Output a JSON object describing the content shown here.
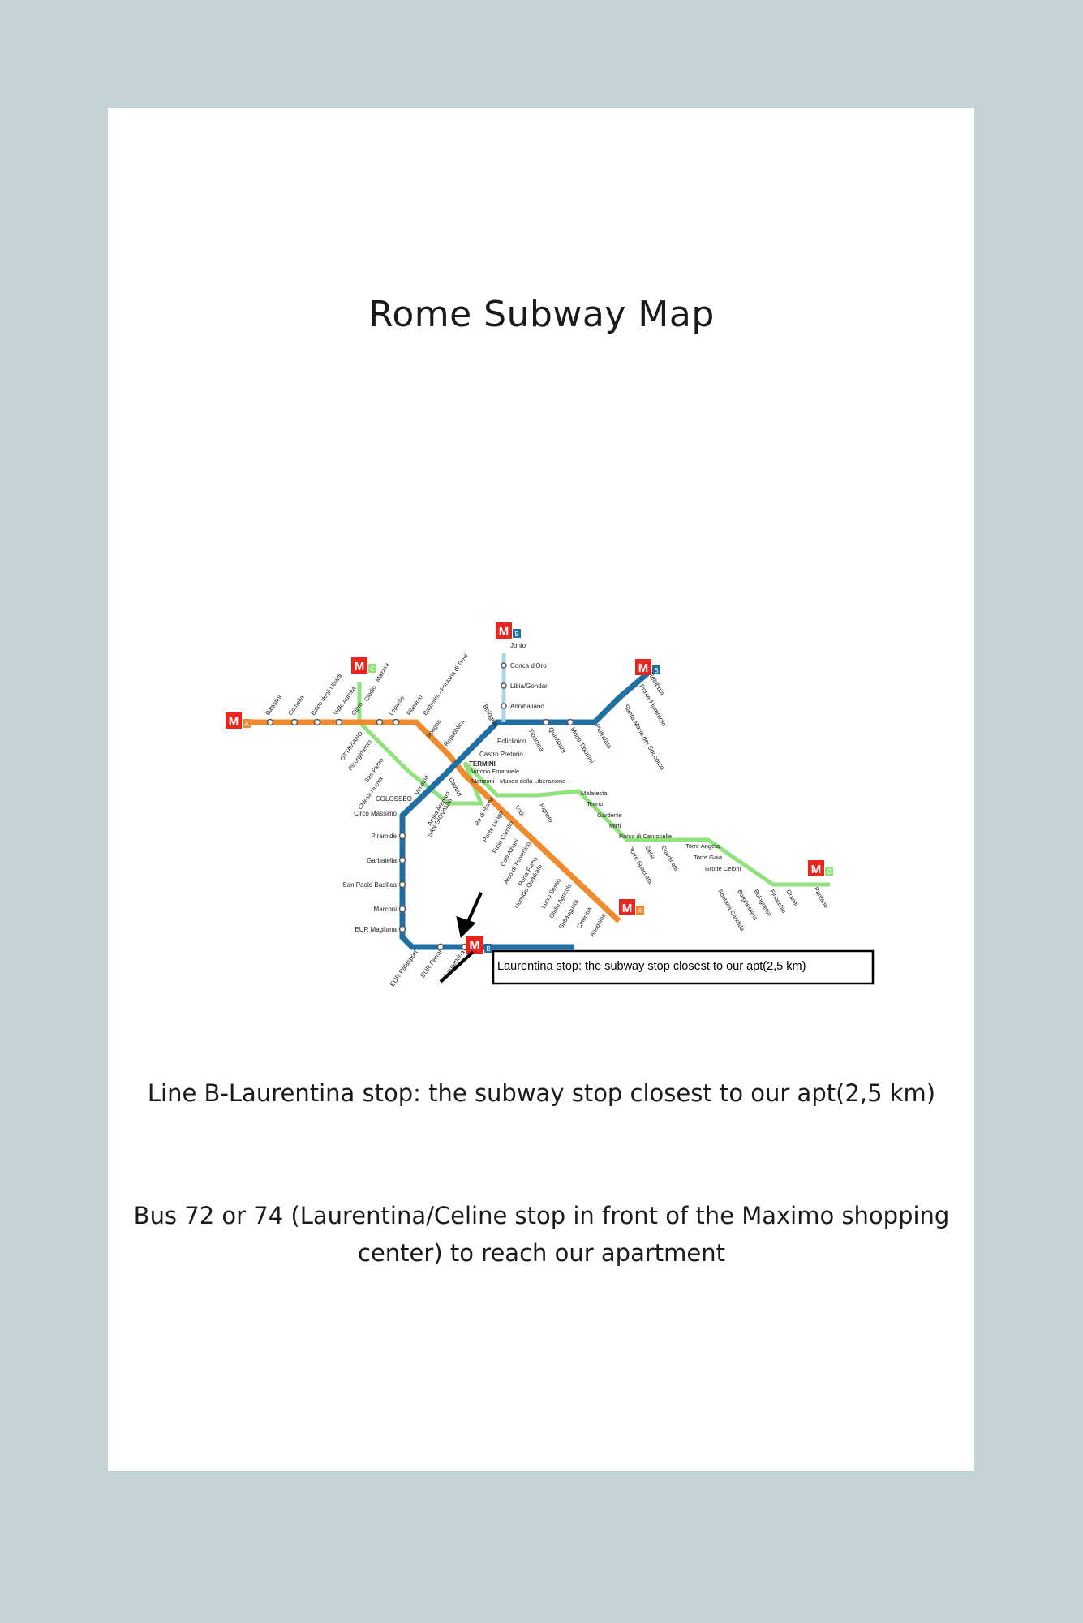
{
  "page": {
    "title": "Rome Subway Map",
    "caption_line": "Line B-Laurentina stop: the subway stop closest to our apt(2,5 km)",
    "caption_bus": "Bus 72 or 74 (Laurentina/Celine stop in front of the Maximo shopping center) to reach our apartment"
  },
  "map": {
    "callout": "Laurentina stop: the subway stop closest to our apt(2,5 km)",
    "colors": {
      "line_a": "#f08a2c",
      "line_b": "#1f6fa3",
      "line_b1": "#a8d4ee",
      "line_c": "#8fe27c",
      "metro_logo": "#e8261e",
      "background_page": "#c4d4d6"
    },
    "terminals": [
      {
        "logo": "M",
        "line": "A"
      },
      {
        "logo": "M",
        "line": "C"
      },
      {
        "logo": "M",
        "line": "B"
      },
      {
        "logo": "M",
        "line": "B"
      },
      {
        "logo": "M",
        "line": "C"
      },
      {
        "logo": "M",
        "line": "A"
      },
      {
        "logo": "M",
        "line": "B"
      }
    ],
    "line_b1_stations": [
      "Jonio",
      "Conca d'Oro",
      "Libia/Gondar",
      "Annibaliano"
    ],
    "line_b_north_stations": [
      "Bologna",
      "Policlinico",
      "Castro Pretorio",
      "Tiburtina",
      "Quintiliani",
      "Monti Tiburtini",
      "Pietralata",
      "Santa Maria del Soccorso",
      "Ponte Mammolo",
      "Rebibbia"
    ],
    "line_b_south_stations": [
      "Circo Massimo",
      "Piramide",
      "Garbatella",
      "San Paolo Basilica",
      "Marconi",
      "EUR Magliana",
      "EUR Palasport",
      "EUR Fermi",
      "Laurentina"
    ],
    "line_b_central_labels": [
      "TERMINI",
      "COLOSSEO",
      "Cavour"
    ],
    "line_a_west_stations": [
      "Battistini",
      "Cornelia",
      "Baldo degli Ubaldi",
      "Valle Aurelia",
      "Cipro",
      "OTTAVIANO",
      "Lepanto",
      "Flaminio",
      "Spagna",
      "Barberini - Fontana di Trevi",
      "Repubblica"
    ],
    "line_a_east_stations": [
      "Vittorio Emanuele",
      "Manzoni - Museo della Liberazione",
      "SAN GIOVANNI",
      "Re di Roma",
      "Ponte Lungo",
      "Furio Camillo",
      "Colli Albani",
      "Arco di Travertino",
      "Porta Furba",
      "Numidio Quadrato",
      "Lucio Sestio",
      "Giulio Agricola",
      "Subaugusta",
      "Cinecittà",
      "Anagnina"
    ],
    "line_c_stations": [
      "Clodio - Mazzini",
      "Risorgimento",
      "San Pietro",
      "Chiesa Nuova",
      "Venezia",
      "Amba Aradam",
      "Lodi",
      "Pigneto",
      "Malatesta",
      "Teano",
      "Gardenie",
      "Mirti",
      "Parco di Centocelle",
      "Gelsi",
      "Giardinetti",
      "Torre Spaccata",
      "Torre Angela",
      "Torre Gaia",
      "Grotte Celoni",
      "Fontana Candida",
      "Borghesiana",
      "Bolognetta",
      "Finocchio",
      "Graniti",
      "Pantano"
    ]
  }
}
